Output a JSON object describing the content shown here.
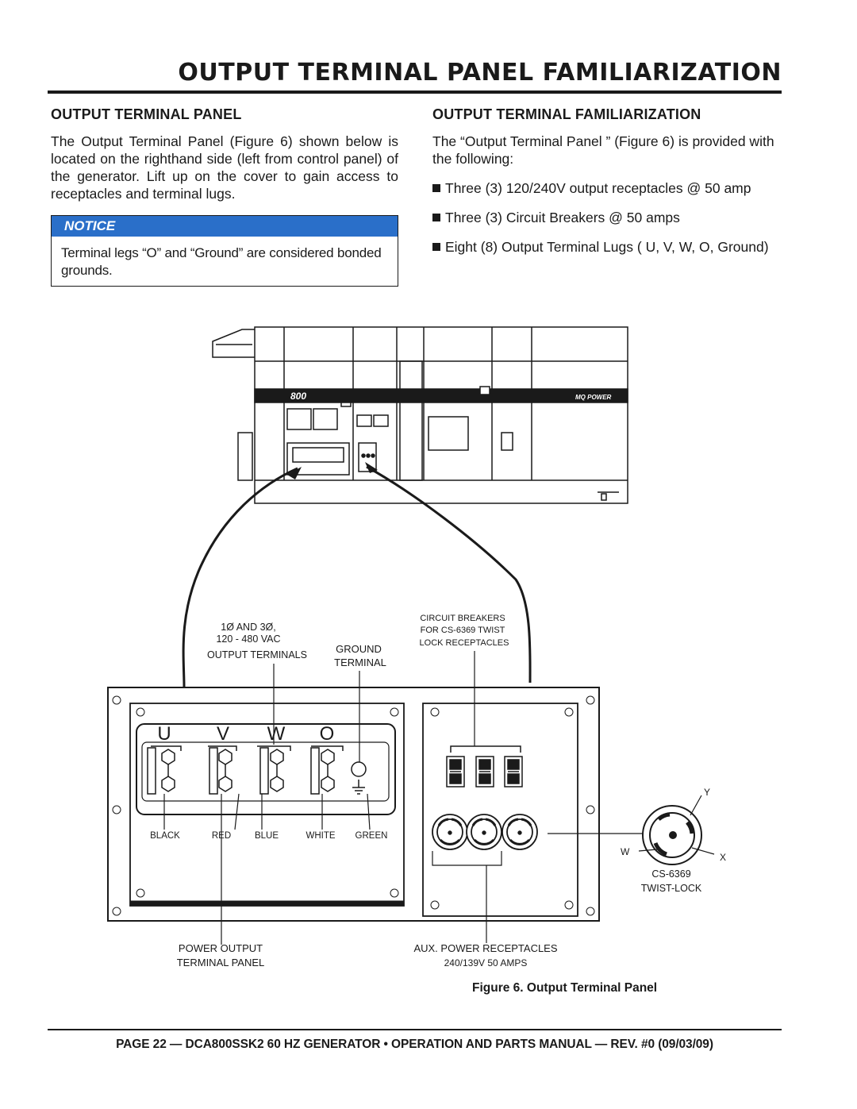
{
  "header": {
    "title": "OUTPUT TERMINAL PANEL FAMILIARIZATION"
  },
  "left": {
    "heading": "OUTPUT TERMINAL PANEL",
    "paragraph": "The Output Terminal Panel (Figure 6) shown below is located on the righthand side (left from control panel) of the generator. Lift up on the cover to gain access to receptacles and terminal lugs.",
    "notice": {
      "label": "NOTICE",
      "text": "Terminal legs “O” and “Ground” are considered bonded grounds."
    }
  },
  "right": {
    "heading": "OUTPUT TERMINAL FAMILIARIZATION",
    "intro": "The “Output Terminal Panel ” (Figure 6) is provided with the following:",
    "bullets": [
      "Three (3) 120/240V output receptacles @ 50 amp",
      "Three (3) Circuit Breakers @ 50 amps",
      "Eight (8) Output Terminal Lugs ( U, V, W, O, Ground)"
    ]
  },
  "figure": {
    "generator": {
      "model_badge": "800",
      "brand_badge": "MQ POWER"
    },
    "labels": {
      "output_terminals": [
        "1Ø AND 3Ø,",
        "120 - 480 VAC",
        "OUTPUT TERMINALS"
      ],
      "ground_terminal": [
        "GROUND",
        "TERMINAL"
      ],
      "circuit_breakers": [
        "CIRCUIT BREAKERS",
        "FOR CS-6369 TWIST",
        "LOCK RECEPTACLES"
      ],
      "terminal_letters": [
        "U",
        "V",
        "W",
        "O"
      ],
      "wire_colors": [
        "BLACK",
        "RED",
        "BLUE",
        "WHITE",
        "GREEN"
      ],
      "power_output_panel": [
        "POWER OUTPUT",
        "TERMINAL PANEL"
      ],
      "aux_receptacles": [
        "AUX. POWER RECEPTACLES",
        "240/139V 50 AMPS"
      ],
      "plug_pins": [
        "Y",
        "W",
        "X"
      ],
      "plug_model": [
        "CS-6369",
        "TWIST-LOCK"
      ]
    },
    "caption": "Figure 6. Output Terminal Panel"
  },
  "footer": {
    "text": "PAGE 22 — DCA800SSK2 60 HZ GENERATOR • OPERATION AND PARTS MANUAL — REV. #0 (09/03/09)"
  }
}
